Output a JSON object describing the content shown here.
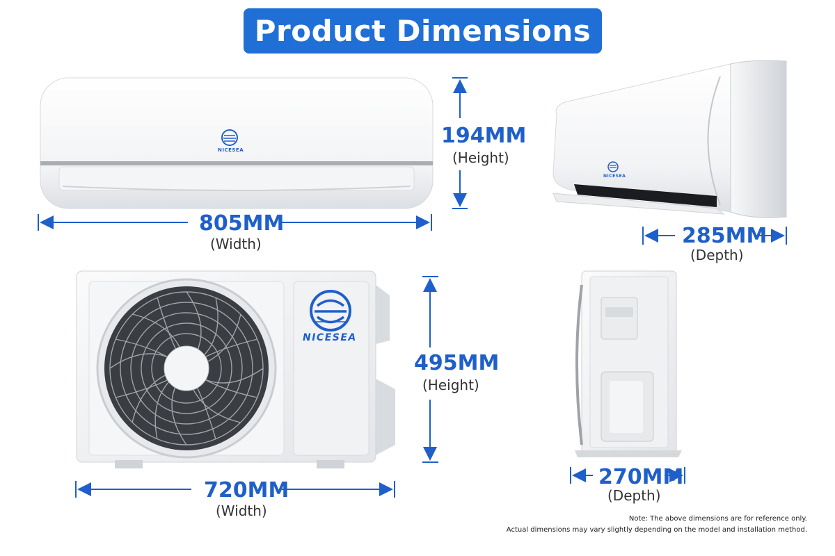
{
  "title": "Product Dimensions",
  "brand": "NICESEA",
  "indoor_front": {
    "height": {
      "value": "194MM",
      "label": "(Height)"
    },
    "width": {
      "value": "805MM",
      "label": "(Width)"
    }
  },
  "indoor_side": {
    "depth": {
      "value": "285MM",
      "label": "(Depth)"
    }
  },
  "outdoor_front": {
    "height": {
      "value": "495MM",
      "label": "(Height)"
    },
    "width": {
      "value": "720MM",
      "label": "(Width)"
    }
  },
  "outdoor_side": {
    "depth": {
      "value": "270MM",
      "label": "(Depth)"
    }
  },
  "note": {
    "line1": "Note: The above dimensions are for reference only.",
    "line2": "Actual dimensions may vary slightly depending on the model and installation method."
  },
  "colors": {
    "accent": "#1f6fd6",
    "dimension": "#1f5fc9"
  }
}
